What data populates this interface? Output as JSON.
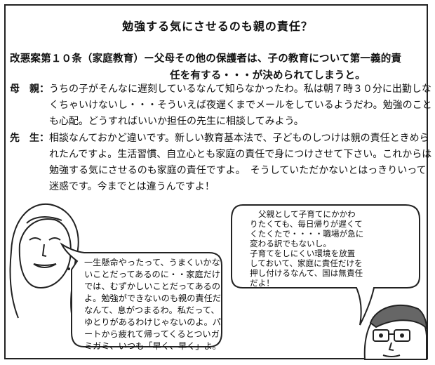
{
  "title": "勉強する気にさせるのも親の責任？",
  "subheading": [
    "改悪案第１０条（家庭教育）ー父母その他の保護者は、子の教育について第一義的責",
    "任を有する・・・が決められてしまうと。"
  ],
  "dialogue": {
    "mother": {
      "speaker": "母　親：",
      "lines": [
        "うちの子がそんなに遅刻しているなんて知らなかったわ。私は朝７時３０分に出勤しな",
        "くちゃいけないし・・・そういえば夜遅くまでメールをしているようだわ。勉強のこと",
        "も心配。どうすればいいか担任の先生に相談してみよう。"
      ]
    },
    "teacher": {
      "speaker": "先　生：",
      "lines": [
        "相談なんておかど違いです。新しい教育基本法で、子どものしつけは親の責任ときめら",
        "れたんですよ。生活習慣、自立心とも家庭の責任で身につけさせて下さい。これからは",
        "勉強する気にさせるのも家庭の責任ですよ。　そうしていただかないとはっきりいって",
        "迷惑です。今までとは違うんですよ！"
      ]
    }
  },
  "bubbles": {
    "mother": [
      "一生懸命やったって、うまくいかな",
      "いことだってあるのに・・家庭だけ",
      "では、むずかしいことだってあるの",
      "よ。勉強ができないのも親の責任だ",
      "なんて、息がつまるわ。私だって、",
      "ゆとりがあるわけじゃないのよ。パ",
      "ートから疲れて帰ってくるとついガ",
      "ミガミ、いつも「早く、早く」よ。"
    ],
    "father": [
      "父親として子育てにかかわ",
      "りたくても、毎日帰りが遅くて",
      "くたくたで・・・・職場が急に",
      "変わる訳でもないし。",
      "子育てをしにくい環境を放置",
      "しておいて、家庭に責任だけを",
      "押し付けるなんて、国は無責任",
      "だよ！"
    ]
  }
}
